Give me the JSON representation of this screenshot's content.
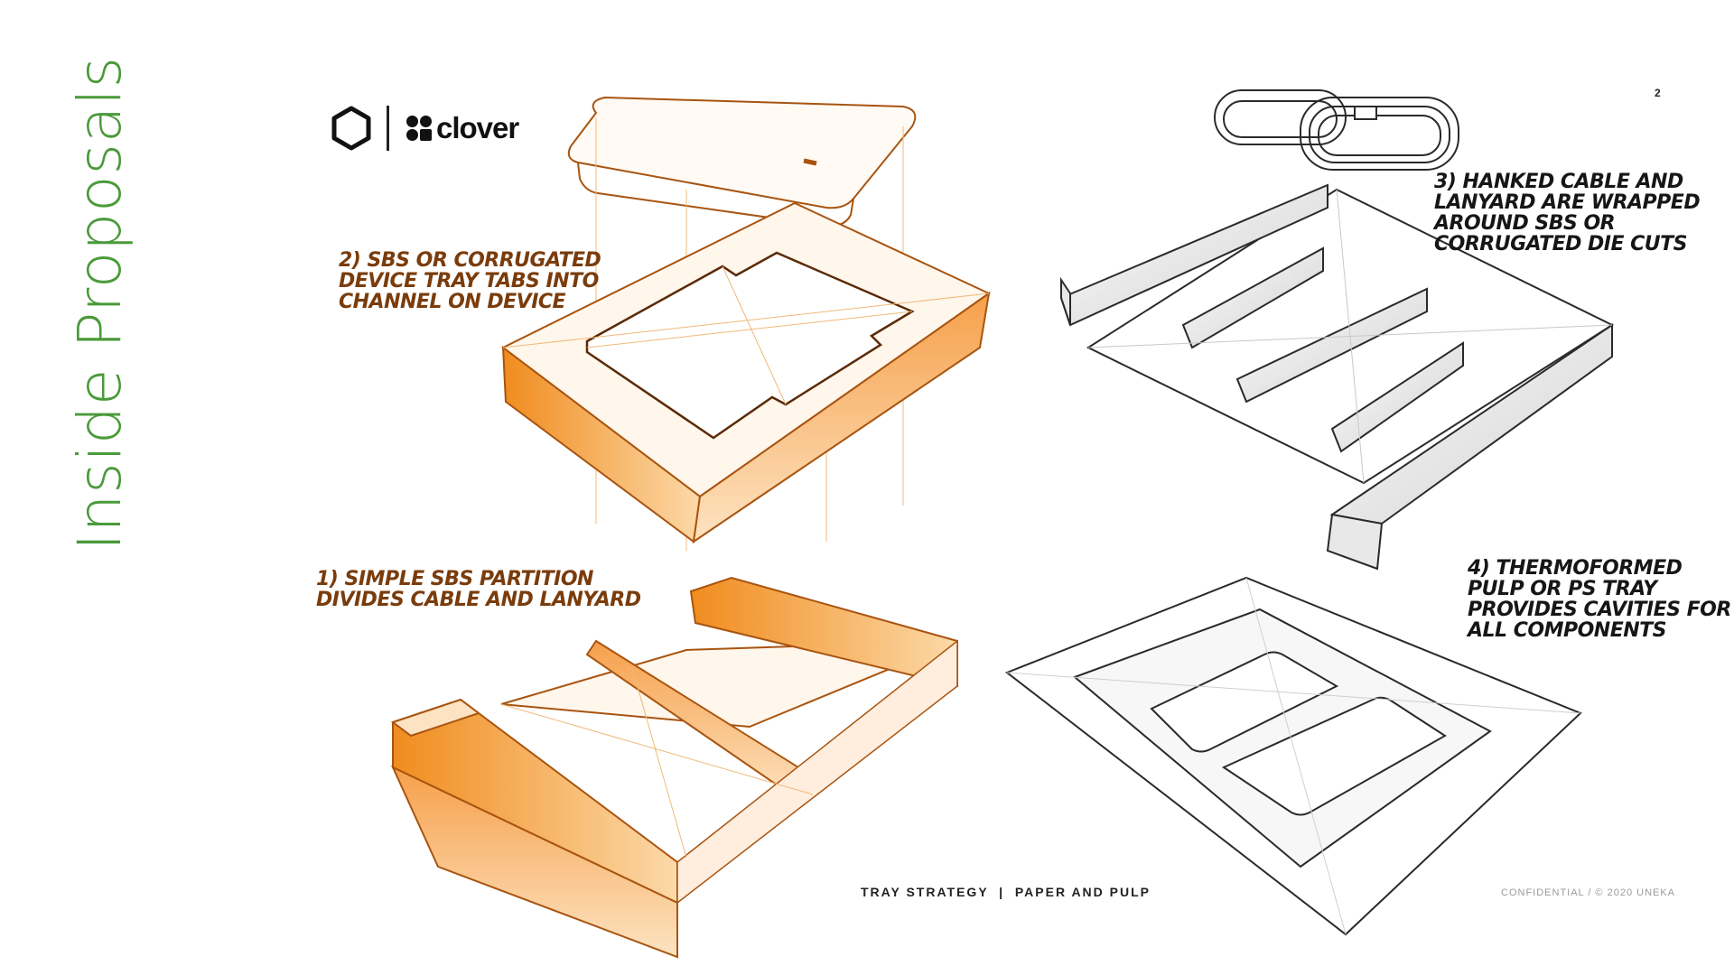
{
  "slide": {
    "vertical_title": "Inside Proposals",
    "page_number": "2",
    "brand": {
      "partner_wordmark": "clover"
    },
    "notes": {
      "note_1": [
        "1) Simple SBS partition",
        "divides cable and lanyard"
      ],
      "note_2": [
        "2) SBS or corrugated",
        "device tray tabs into",
        "channel on device"
      ],
      "note_3": [
        "3) Hanked cable and",
        "lanyard are wrapped",
        "around SBS or",
        "corrugated die cuts"
      ],
      "note_4": [
        "4) Thermoformed",
        "pulp or PS tray",
        "provides cavities for",
        "all components"
      ]
    },
    "footer": {
      "center": "TRAY STRATEGY  |  PAPER AND PULP",
      "right": "CONFIDENTIAL / © 2020 UNEKA"
    },
    "colors": {
      "title_green": "#4a9a3a",
      "sketch_orange": "#f08c1e",
      "sketch_orange_line": "#a85410",
      "sketch_gray_line": "#2a2a2a"
    }
  }
}
